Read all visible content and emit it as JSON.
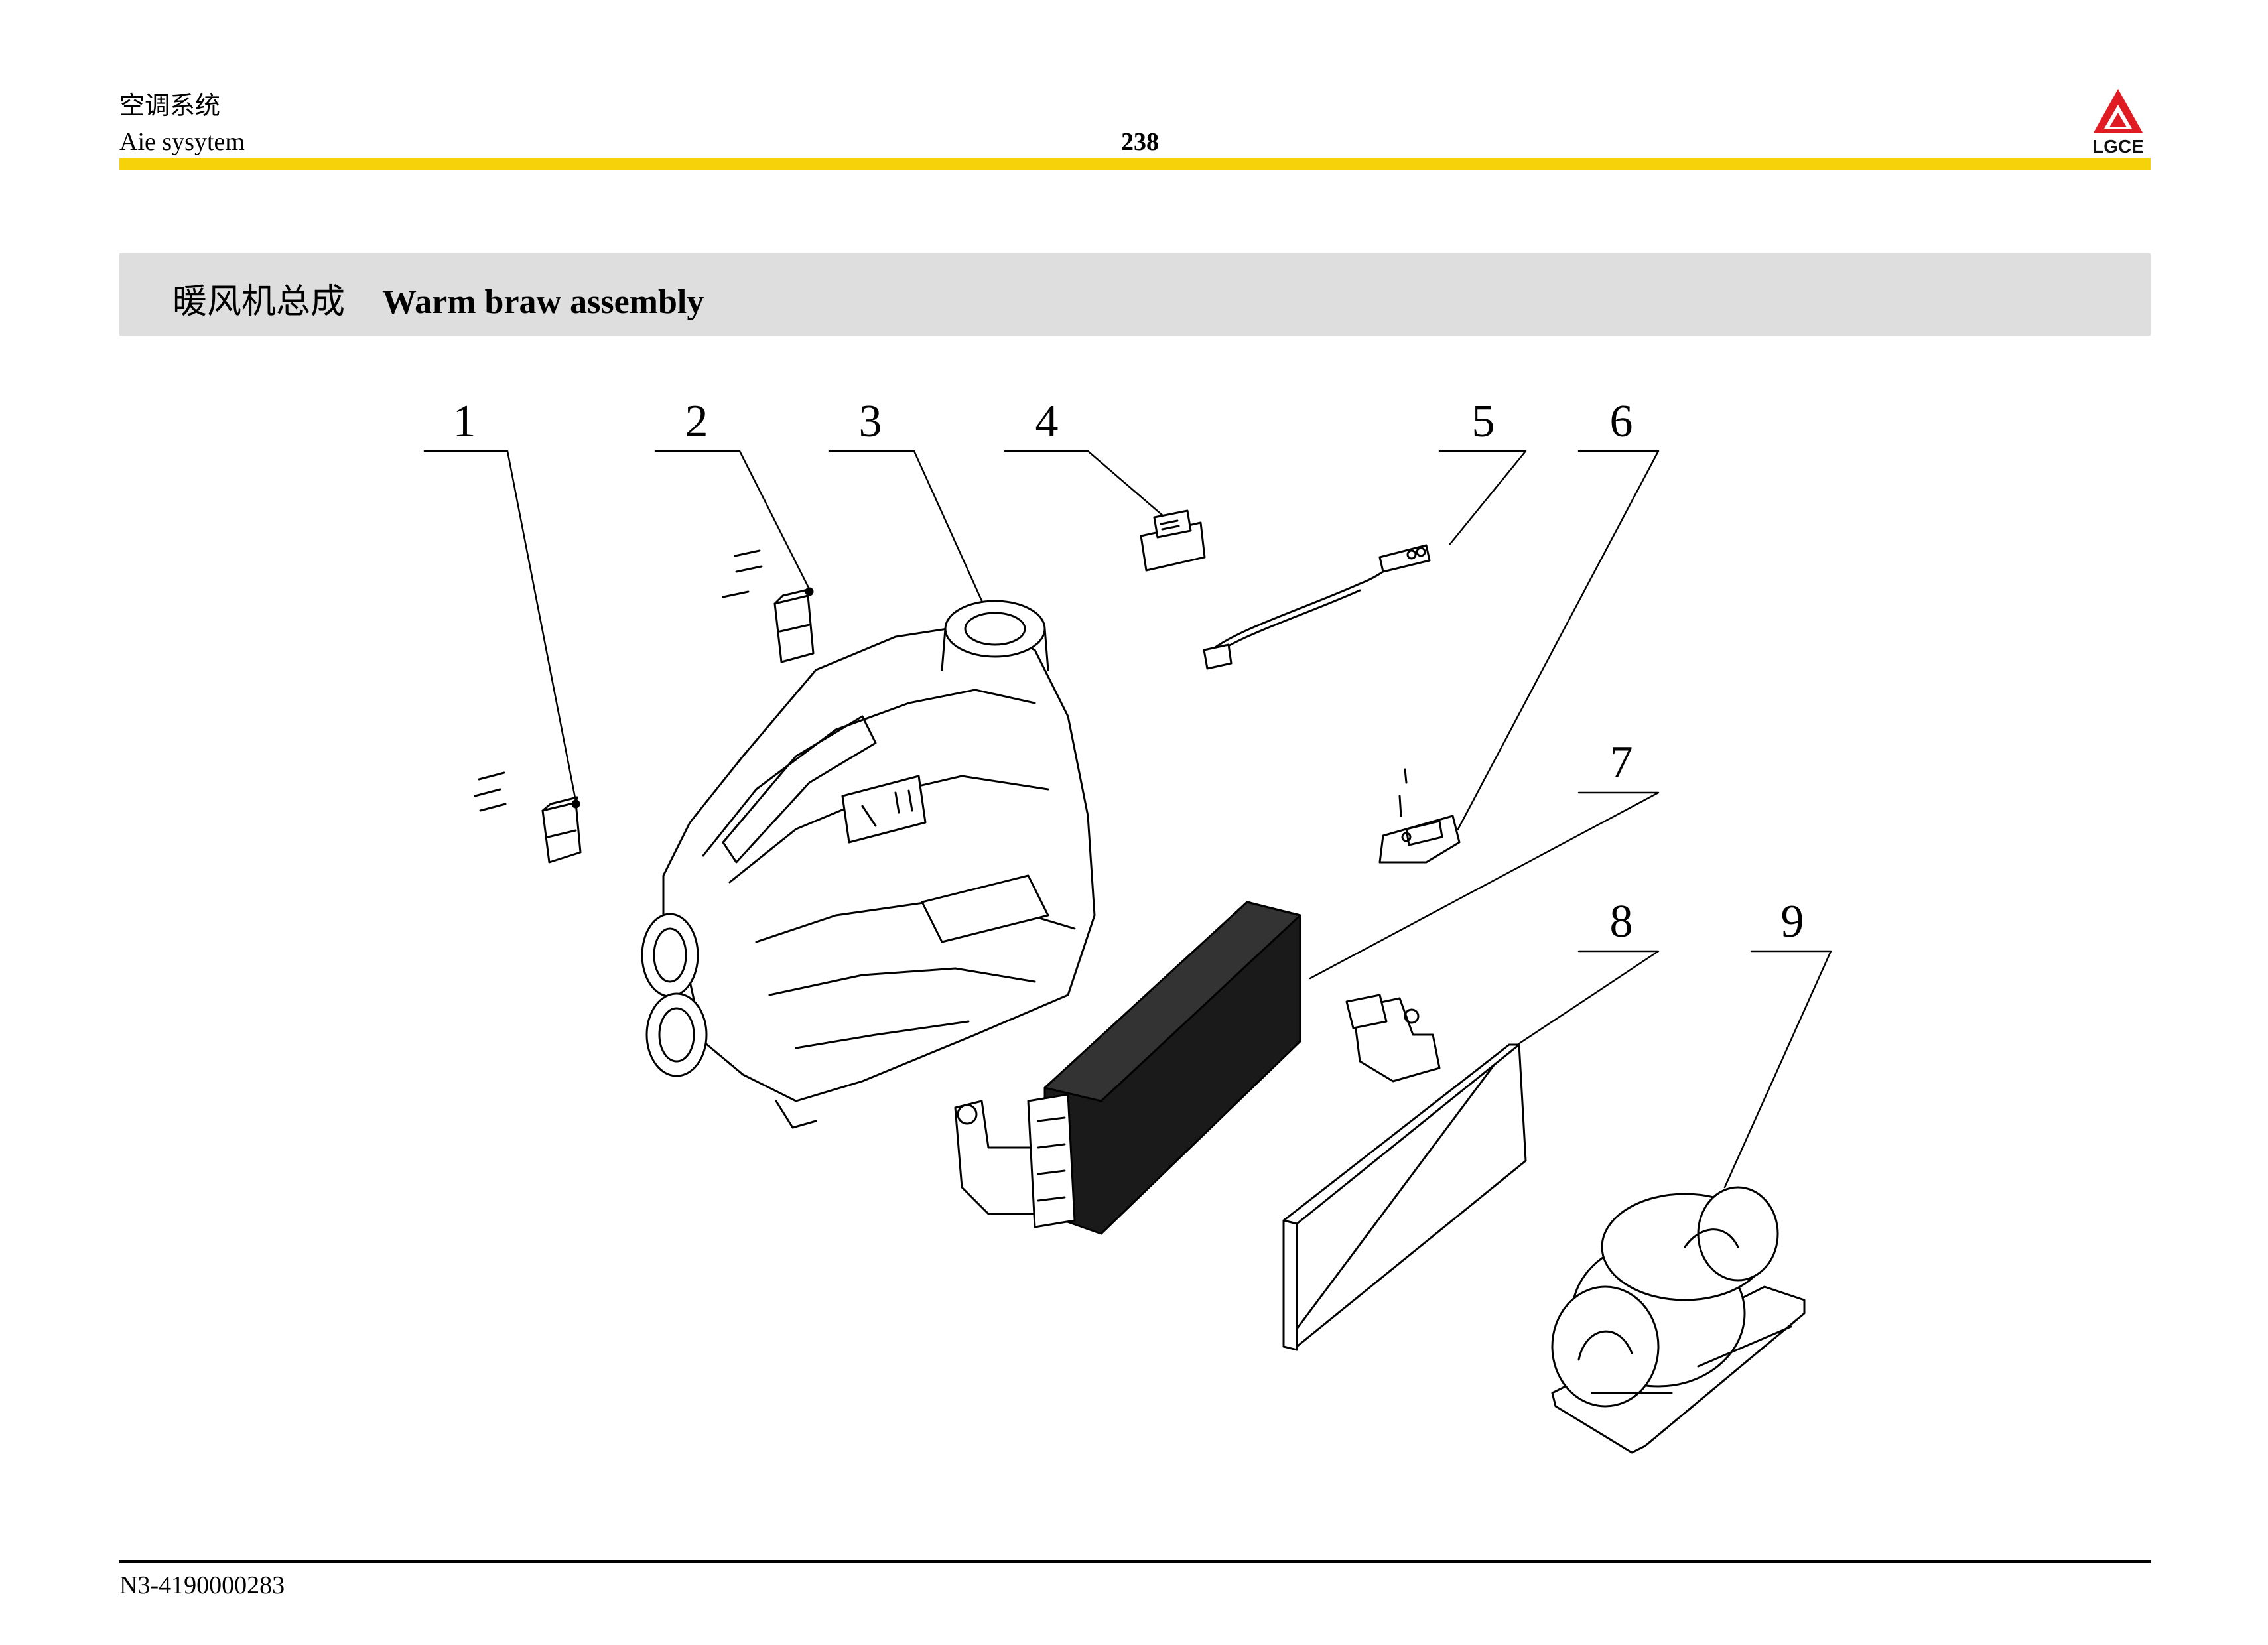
{
  "header": {
    "section_cn": "空调系统",
    "section_en": "Aie sysytem",
    "page_number": "238",
    "logo_text": "LGCE",
    "accent_color": "#f5d20a",
    "logo_color": "#e01b22"
  },
  "title": {
    "cn": "暖风机总成",
    "en": "Warm braw assembly"
  },
  "callouts": [
    "1",
    "2",
    "3",
    "4",
    "5",
    "6",
    "7",
    "8",
    "9"
  ],
  "footer": {
    "part_number": "N3-4190000283"
  }
}
